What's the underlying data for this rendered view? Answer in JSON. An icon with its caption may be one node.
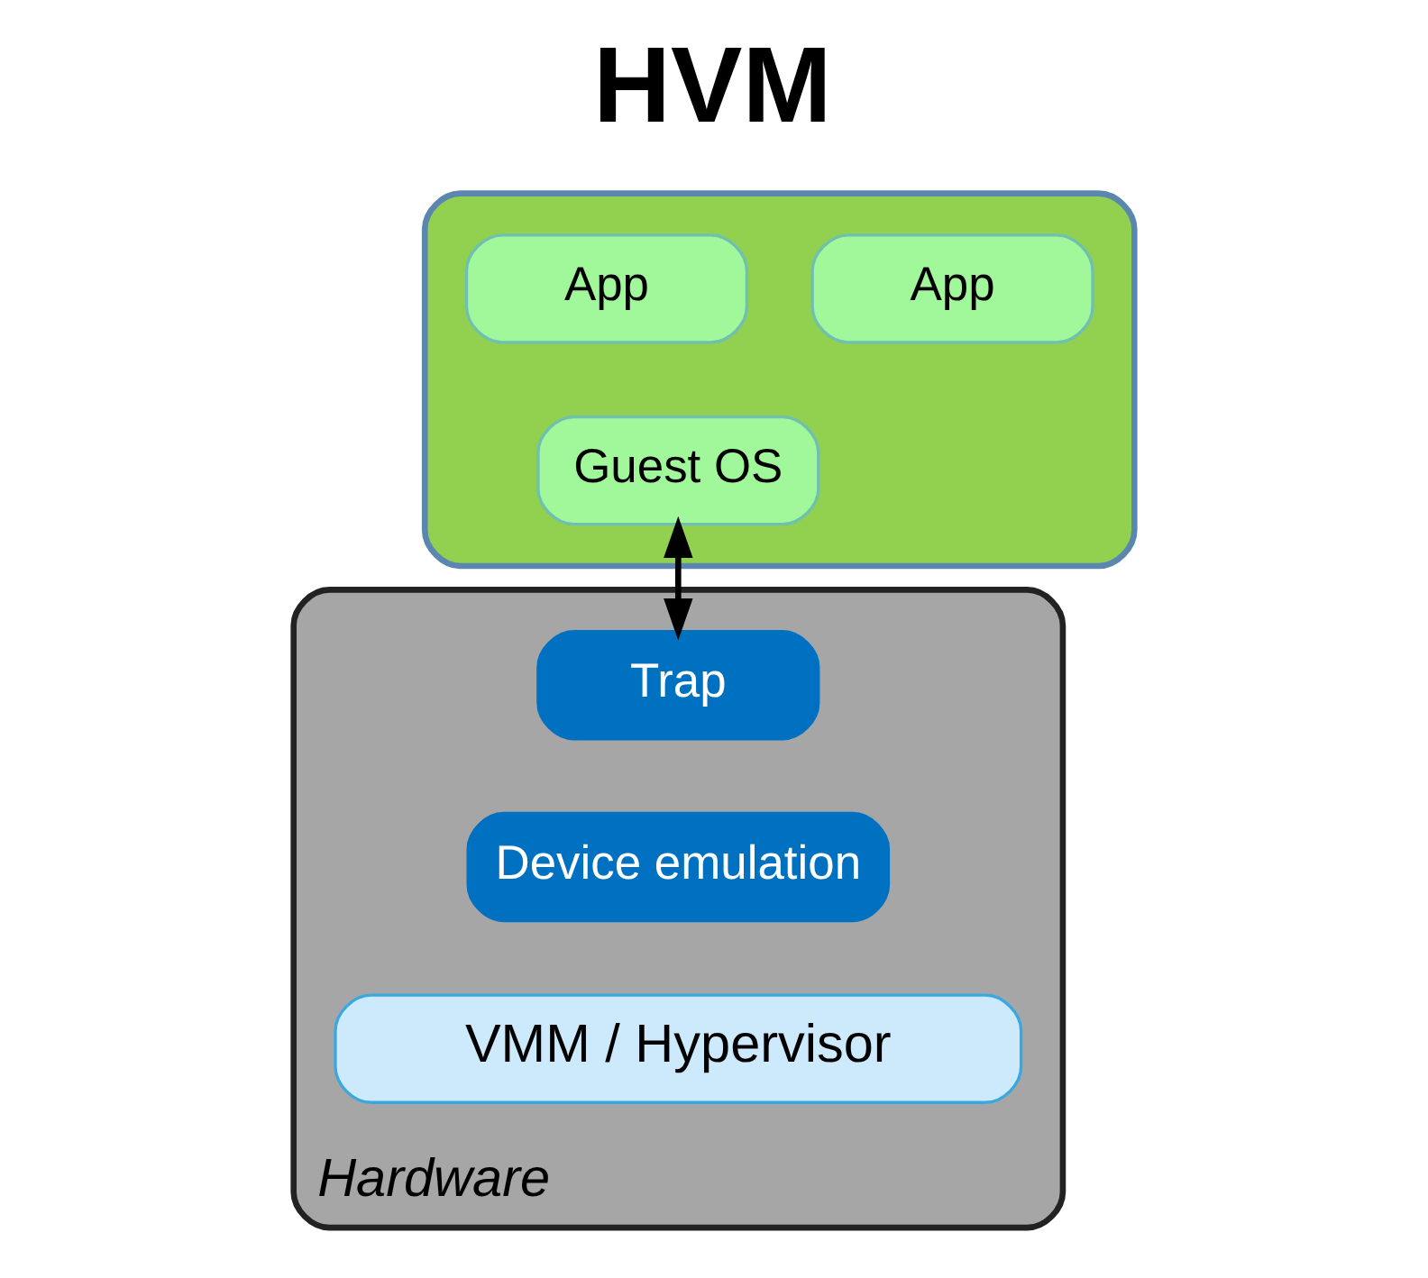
{
  "diagram": {
    "title": "HVM",
    "nodes": [
      {
        "text": [],
        "shape": "box"
      },
      {
        "text": [
          "App"
        ],
        "in": 0
      },
      {
        "text": [
          "App"
        ],
        "in": 0
      },
      {
        "text": [
          "Guest OS"
        ],
        "in": 0
      },
      {
        "text": [
          "Hardware"
        ]
      },
      {
        "text": [
          "Trap"
        ],
        "in": 4
      },
      {
        "text": [
          "Device emulation"
        ],
        "in": 4
      },
      {
        "text": [
          "VMM / Hypervisor"
        ],
        "in": 4
      }
    ],
    "edges": [
      {
        "from": 3,
        "to": 5,
        "arrow": "both"
      }
    ]
  }
}
